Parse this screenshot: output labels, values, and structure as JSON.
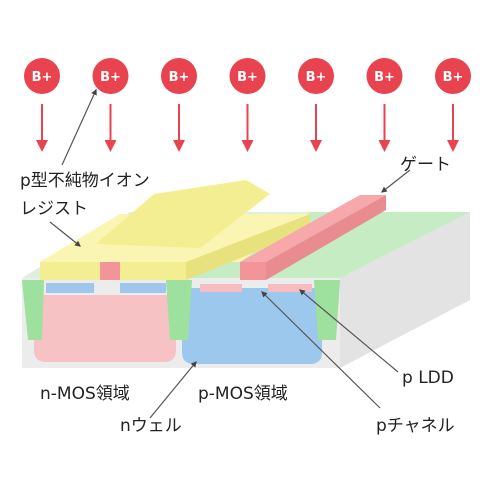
{
  "ions": {
    "label": "B+",
    "count": 7,
    "color": "#e8434f"
  },
  "labels": {
    "resist": [
      "p型不純物イオン",
      "レジスト"
    ],
    "gate": "ゲート",
    "pldd": "p LDD",
    "nmos": "n-MOS領域",
    "pmos": "p-MOS領域",
    "nwell": "nウェル",
    "pchannel": "pチャネル"
  },
  "colors": {
    "resist": "#f6f19a",
    "gate": "#f4a1a4",
    "p_region": "#f8c3c5",
    "n_well": "#9cc8ee",
    "isolation": "#9ee09e",
    "substrate": "#e4e4e4",
    "arrow": "#e8434f"
  }
}
